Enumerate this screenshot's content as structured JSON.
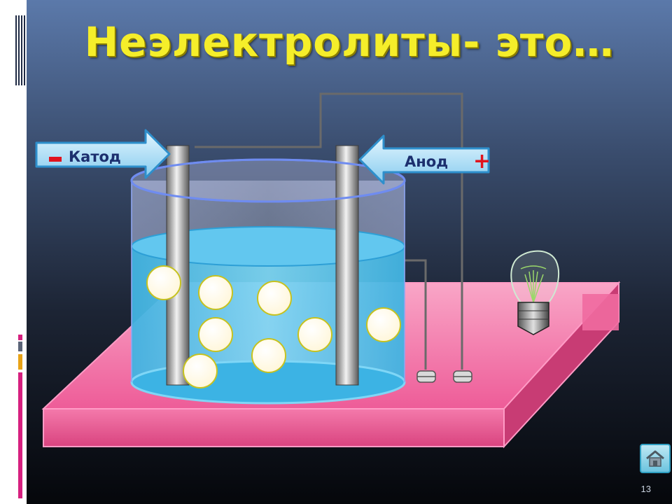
{
  "slide": {
    "title": "Неэлектролиты- это…",
    "cathode_label": "Катод",
    "anode_label": "Анод",
    "minus_sign": "–",
    "plus_sign": "+",
    "page_number": "13"
  },
  "icons": {
    "home": "home-icon",
    "bulb": "light-bulb-icon"
  },
  "colors": {
    "title": "#f5ee2a",
    "table": "#f06aa0",
    "water": "#4fc3ea",
    "arrow": "#a8dcf5",
    "sign": "#e0141e"
  }
}
